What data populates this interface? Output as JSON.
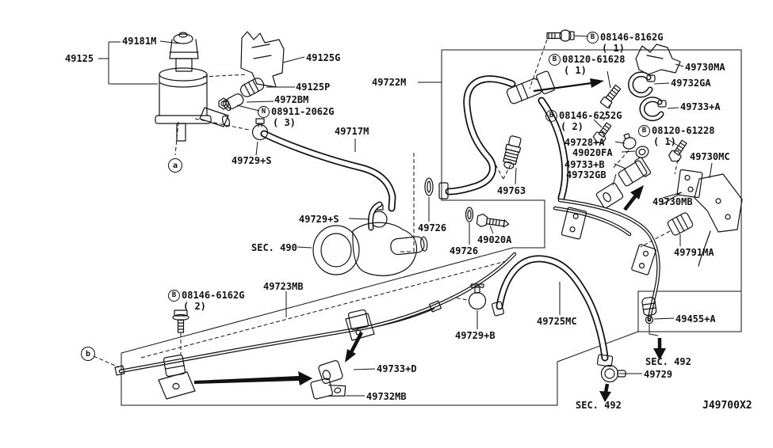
{
  "diagram_title": "Power steering piping exploded parts diagram",
  "drawing_code": "J49700X2",
  "colors": {
    "line": "#111111",
    "background": "#ffffff"
  },
  "labels": {
    "p49125": "49125",
    "p49181M": "49181M",
    "p49125G": "49125G",
    "p49125P": "49125P",
    "p4972BM": "4972BM",
    "p49717M": "49717M",
    "p49729S": "49729+S",
    "p49722M": "49722M",
    "p49730MA": "49730MA",
    "p49732GA": "49732GA",
    "p49733A": "49733+A",
    "p49728A": "49728+A",
    "p49020FA": "49020FA",
    "p49733B": "49733+B",
    "p49732GB": "49732GB",
    "p49730MC": "49730MC",
    "p49730MB": "49730MB",
    "p49791MA": "49791MA",
    "p49763": "49763",
    "p49726": "49726",
    "p49020A": "49020A",
    "p49723MB": "49723MB",
    "p49733D": "49733+D",
    "p49732MB": "49732MB",
    "p49729B": "49729+B",
    "p49725MC": "49725MC",
    "p49455A": "49455+A",
    "p49729": "49729"
  },
  "bolts": {
    "b08146_8162g": {
      "prefix": "B",
      "num": "08146-8162G",
      "qty": "( 1)"
    },
    "b08120_61628": {
      "prefix": "B",
      "num": "08120-61628",
      "qty": "( 1)"
    },
    "b08146_6252g": {
      "prefix": "B",
      "num": "08146-6252G",
      "qty": "( 2)"
    },
    "b08120_61228": {
      "prefix": "B",
      "num": "08120-61228",
      "qty": "( 1)"
    },
    "n08911_2062g": {
      "prefix": "N",
      "num": "08911-2062G",
      "qty": "( 3)"
    },
    "b08146_6162g": {
      "prefix": "B",
      "num": "08146-6162G",
      "qty": "( 2)"
    }
  },
  "sections": {
    "sec490": "SEC. 490",
    "sec492_right": "SEC. 492",
    "sec492_bottom": "SEC. 492"
  },
  "markers": {
    "a": "a",
    "b": "b"
  }
}
